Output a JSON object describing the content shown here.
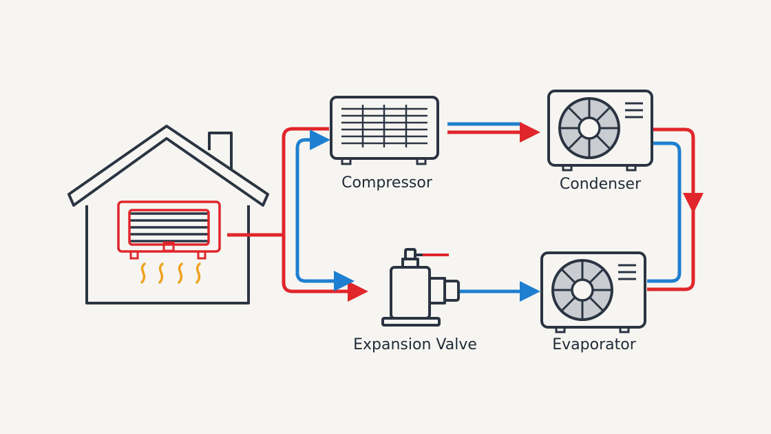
{
  "labels": {
    "compressor": "Compressor",
    "condenser": "Condenser",
    "expansion_valve": "Expansion Valve",
    "evaporator": "Evaporator"
  },
  "colors": {
    "background": "#f6f5f1",
    "outline": "#2b3442",
    "hot_line": "#e0262b",
    "cold_line": "#1e7fd0",
    "heat_wave": "#f0a020",
    "fan_fill": "#c9ccd1"
  }
}
